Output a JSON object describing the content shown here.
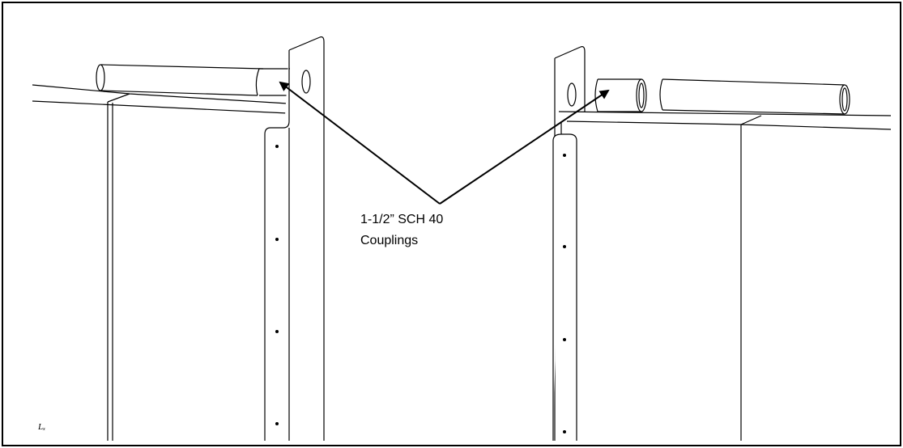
{
  "callout": {
    "line1": "1-1/2” SCH 40",
    "line2": "Couplings"
  },
  "corner_mark": "Lₓ",
  "colors": {
    "stroke": "#000000",
    "background": "#ffffff"
  }
}
